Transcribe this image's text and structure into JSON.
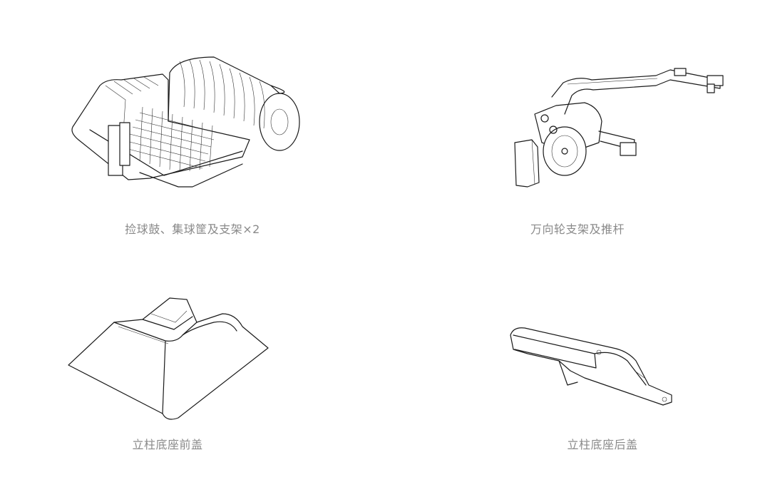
{
  "parts": [
    {
      "id": "basket",
      "caption": "捡球鼓、集球筐及支架×2",
      "icon": "ball-collector-drum-basket-drawing"
    },
    {
      "id": "caster",
      "caption": "万向轮支架及推杆",
      "icon": "caster-wheel-bracket-push-rod-drawing"
    },
    {
      "id": "front-cover",
      "caption": "立柱底座前盖",
      "icon": "column-base-front-cover-drawing"
    },
    {
      "id": "rear-cover",
      "caption": "立柱底座后盖",
      "icon": "column-base-rear-cover-drawing"
    }
  ]
}
